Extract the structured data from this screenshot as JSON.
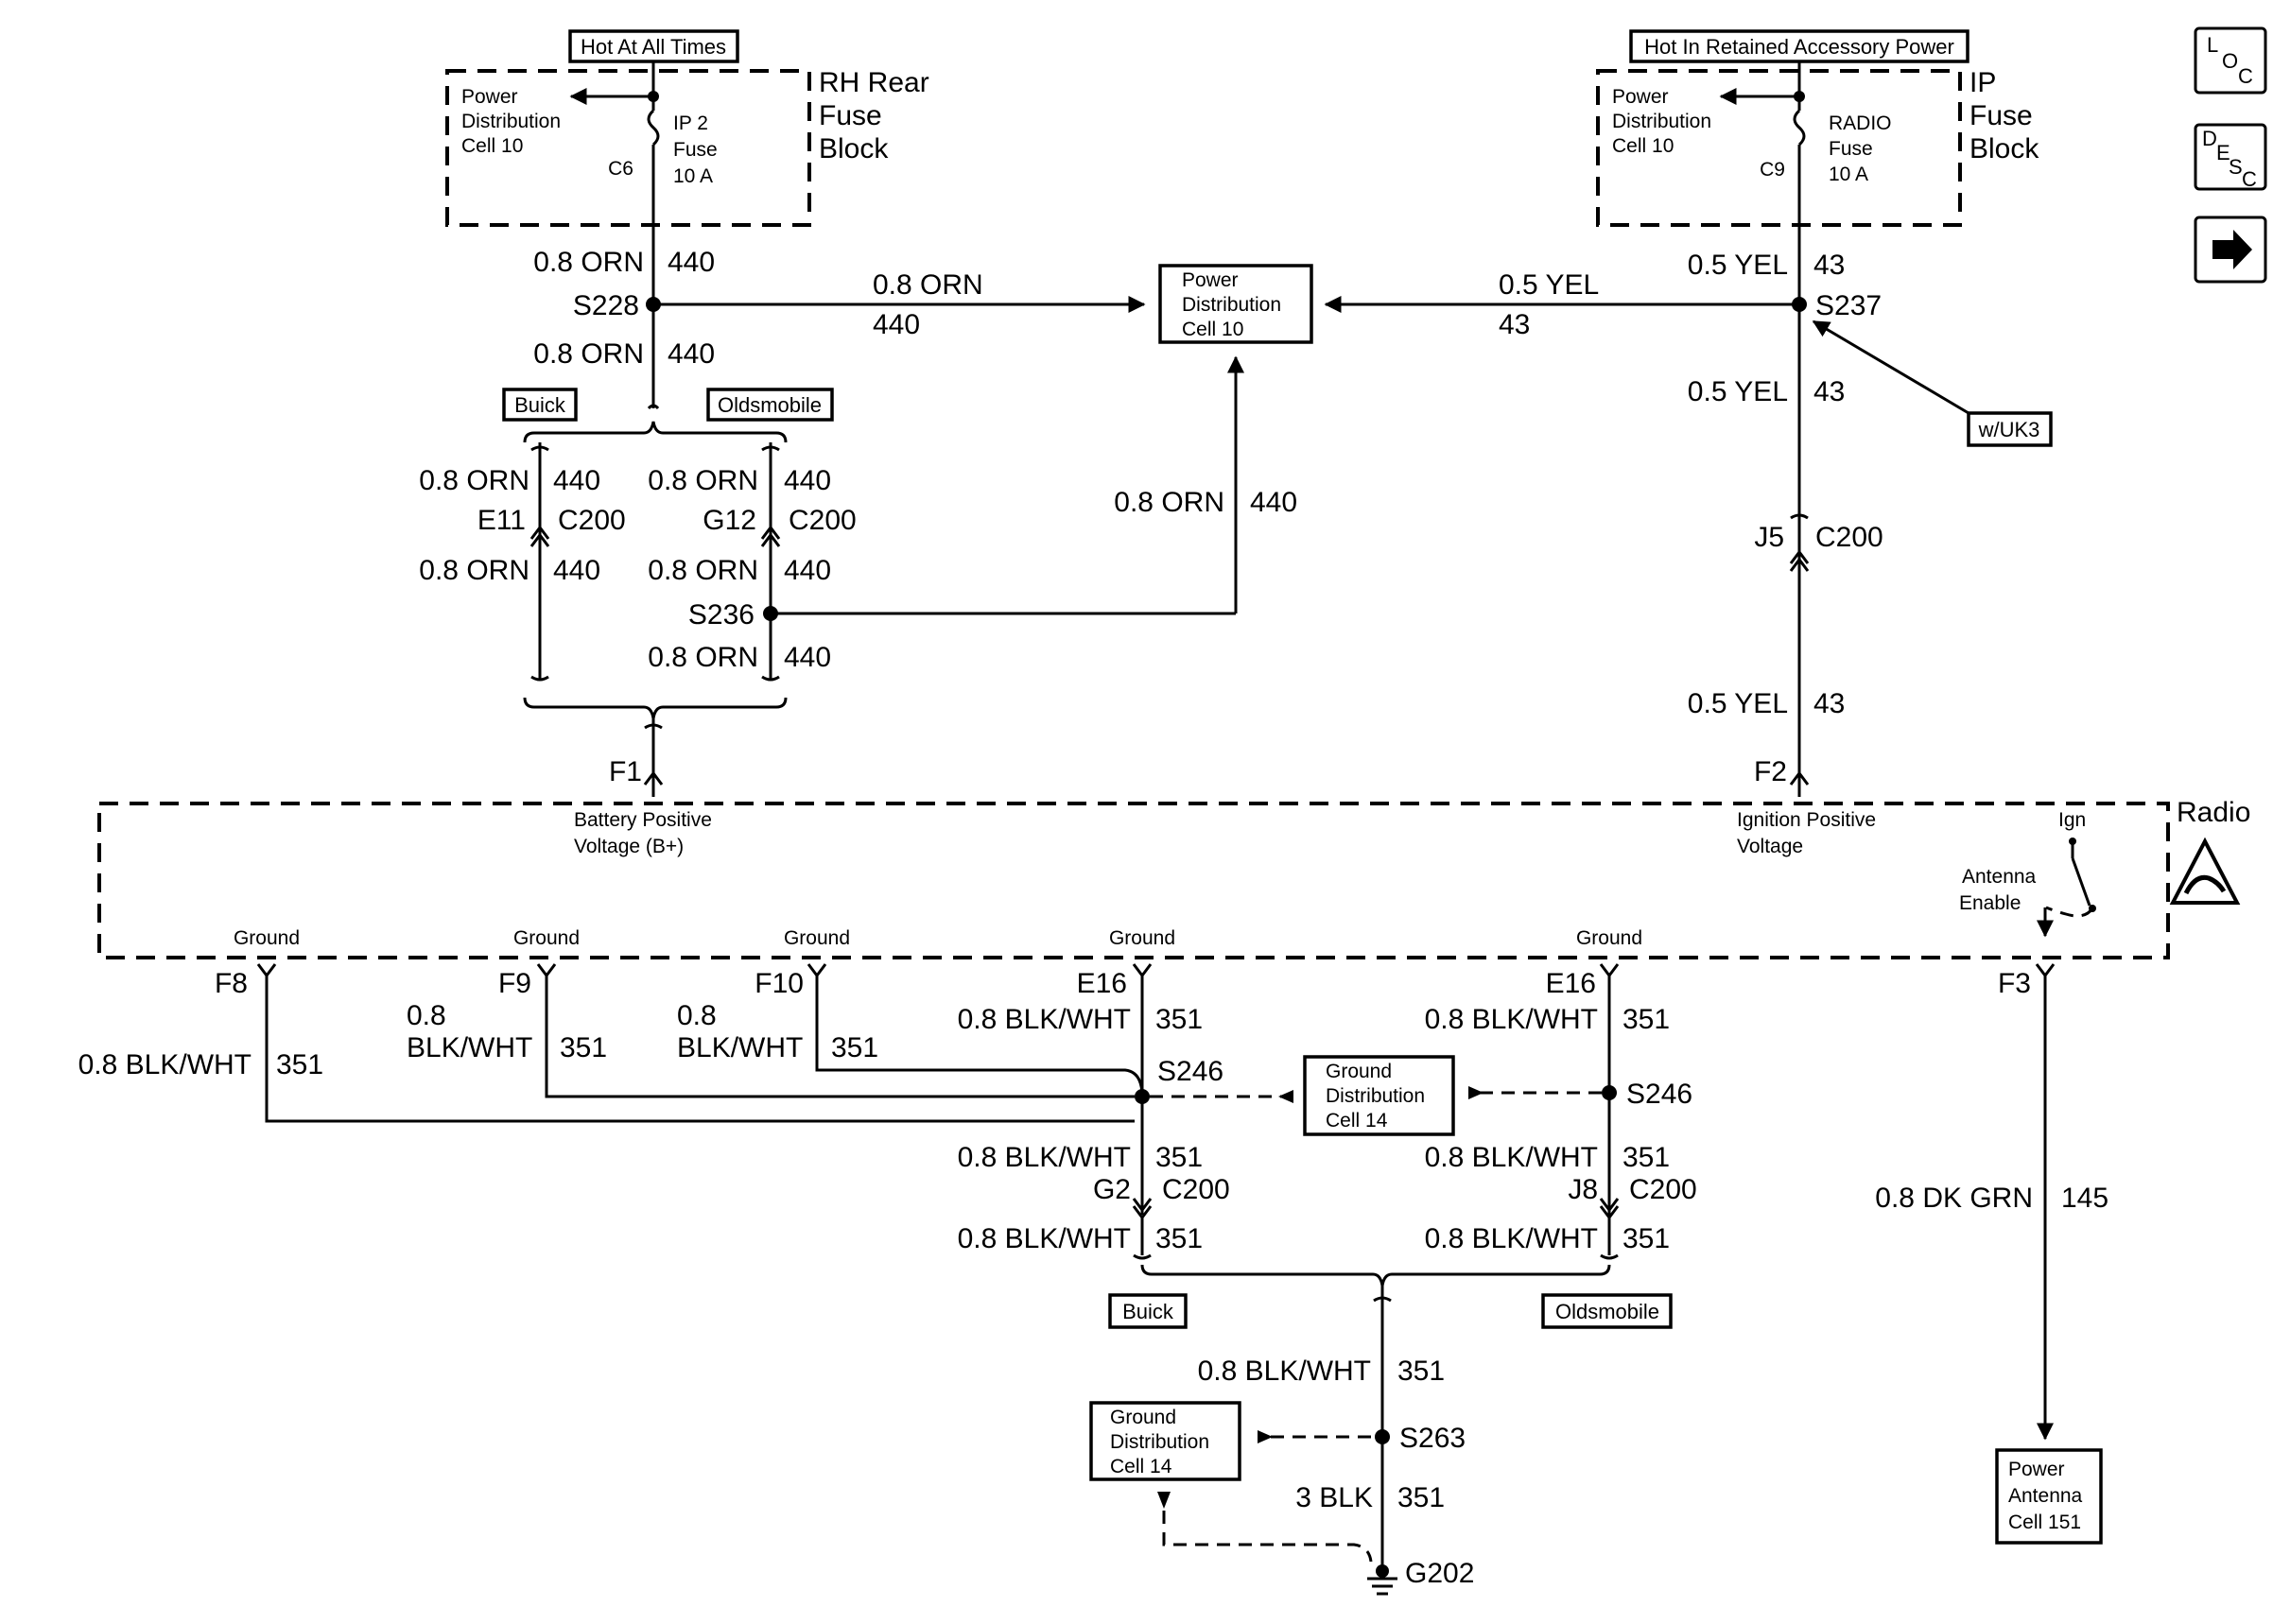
{
  "top": {
    "hot_all_times": "Hot At All Times",
    "hot_rap": "Hot In Retained Accessory Power"
  },
  "rh_fuse_block": {
    "title_lines": [
      "RH Rear",
      "Fuse",
      "Block"
    ],
    "pdc_lines": [
      "Power",
      "Distribution",
      "Cell 10"
    ],
    "fuse_lines": [
      "IP 2",
      "Fuse",
      "10 A"
    ],
    "connector": "C6"
  },
  "ip_fuse_block": {
    "title_lines": [
      "IP",
      "Fuse",
      "Block"
    ],
    "pdc_lines": [
      "Power",
      "Distribution",
      "Cell 10"
    ],
    "fuse_lines": [
      "RADIO",
      "Fuse",
      "10 A"
    ],
    "connector": "C9"
  },
  "pdc_center": [
    "Power",
    "Distribution",
    "Cell 10"
  ],
  "wires": {
    "orn_gauge": "0.8 ORN",
    "orn_circuit": "440",
    "yel_gauge": "0.5 YEL",
    "yel_circuit": "43",
    "blk_gauge": "0.8 BLK/WHT",
    "blk_gauge_l1": "0.8",
    "blk_gauge_l2": "BLK/WHT",
    "blk_circuit": "351",
    "grn_gauge": "0.8 DK GRN",
    "grn_circuit": "145",
    "heavy_gauge": "3 BLK"
  },
  "splices": {
    "s228": "S228",
    "s237": "S237",
    "s236": "S236",
    "s246": "S246",
    "s263": "S263"
  },
  "options": {
    "buick": "Buick",
    "oldsmobile": "Oldsmobile",
    "uk3": "w/UK3"
  },
  "connectors": {
    "e11": "E11",
    "g12": "G12",
    "j5": "J5",
    "g2": "G2",
    "j8": "J8",
    "c200": "C200"
  },
  "radio": {
    "title": "Radio",
    "f1": "F1",
    "f2": "F2",
    "f3": "F3",
    "f8": "F8",
    "f9": "F9",
    "f10": "F10",
    "e16": "E16",
    "bat_lines": [
      "Battery Positive",
      "Voltage (B+)"
    ],
    "ign_lines": [
      "Ignition Positive",
      "Voltage"
    ],
    "ground": "Ground",
    "ign": "Ign",
    "antenna_lines": [
      "Antenna",
      "Enable"
    ]
  },
  "ground_dist": [
    "Ground",
    "Distribution",
    "Cell 14"
  ],
  "ground_point": "G202",
  "power_antenna": [
    "Power",
    "Antenna",
    "Cell 151"
  ],
  "nav": {
    "loc": [
      "L",
      "O",
      "C"
    ],
    "desc": [
      "D",
      "E",
      "S",
      "C"
    ]
  }
}
